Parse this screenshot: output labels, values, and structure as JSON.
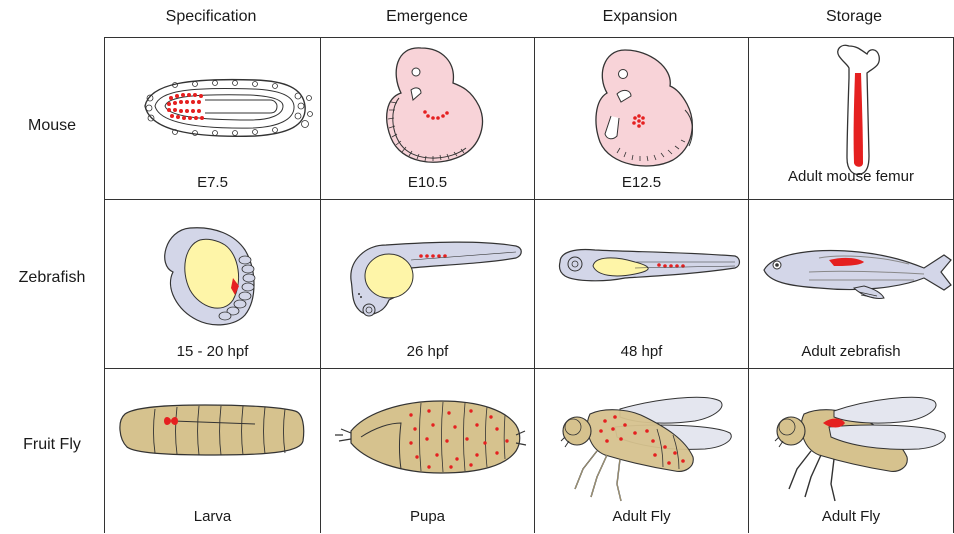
{
  "columns": [
    "Specification",
    "Emergence",
    "Expansion",
    "Storage"
  ],
  "rows": [
    {
      "label": "Mouse",
      "captions": [
        "E7.5",
        "E10.5",
        "E12.5",
        "Adult mouse femur"
      ]
    },
    {
      "label": "Zebrafish",
      "captions": [
        "15 - 20 hpf",
        "26 hpf",
        "48 hpf",
        "Adult zebrafish"
      ]
    },
    {
      "label": "Fruit Fly",
      "captions": [
        "Larva",
        "Pupa",
        "Adult Fly",
        "Adult Fly"
      ]
    }
  ],
  "colors": {
    "mouse_embryo": "#f8d3d8",
    "zebrafish_body": "#d3d6e8",
    "yolk": "#fef5a8",
    "fly_body": "#d6c28e",
    "fly_wing": "#e4e6ef",
    "hsc_marker": "#e52020",
    "outline": "#333333"
  }
}
